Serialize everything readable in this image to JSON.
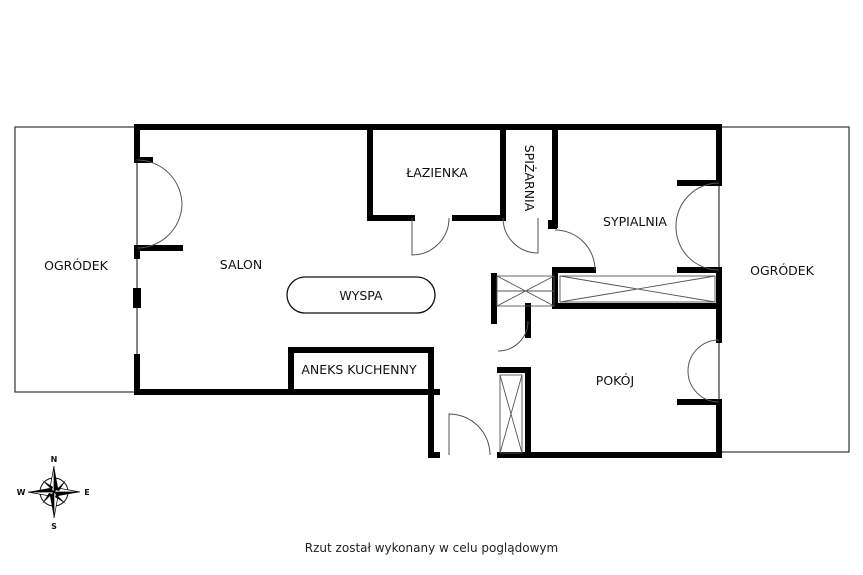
{
  "rooms": {
    "garden_left": "OGRÓDEK",
    "living_room": "SALON",
    "bathroom": "ŁAZIENKA",
    "pantry": "SPIŻARNIA",
    "bedroom": "SYPIALNIA",
    "garden_right": "OGRÓDEK",
    "island": "WYSPA",
    "kitchenette": "ANEKS KUCHENNY",
    "room": "POKÓJ"
  },
  "compass": {
    "north": "N",
    "south": "S",
    "west": "W",
    "east": "E"
  },
  "caption": "Rzut został wykonany w celu poglądowym",
  "colors": {
    "wall": "#000000",
    "thin_line": "#333333",
    "door": "#555555"
  }
}
